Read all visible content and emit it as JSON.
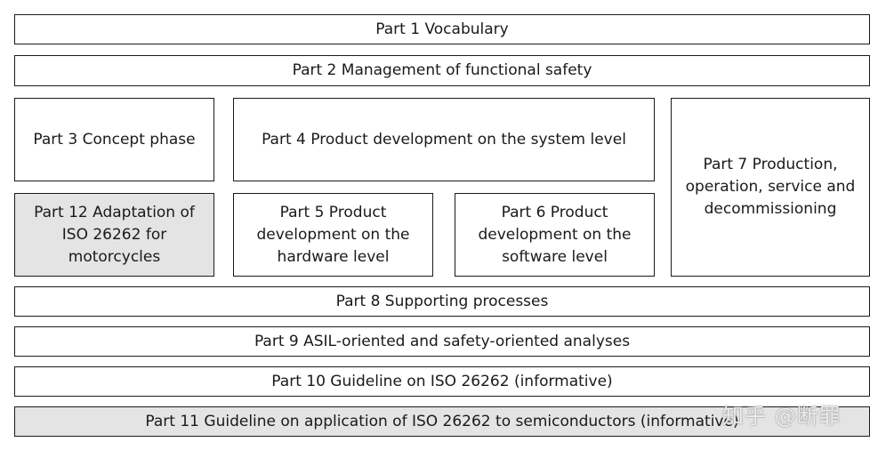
{
  "parts": {
    "p1": "Part 1 Vocabulary",
    "p2": "Part 2 Management of functional safety",
    "p3": "Part 3 Concept phase",
    "p4": "Part 4 Product development on the system level",
    "p5": "Part 5 Product development on the hardware level",
    "p6": "Part 6 Product development on the software level",
    "p7": "Part 7 Production, operation, service and decommissioning",
    "p8": "Part 8 Supporting processes",
    "p9": "Part 9 ASIL-oriented and safety-oriented analyses",
    "p10": "Part 10 Guideline on ISO 26262 (informative)",
    "p11": "Part 11 Guideline on application of ISO 26262 to semiconductors (informative)",
    "p12": "Part 12 Adaptation of ISO 26262 for motorcycles"
  },
  "watermark": "知乎 @断罪",
  "colors": {
    "highlight_fill": "#e4e4e4",
    "border": "#1a1a1a"
  }
}
